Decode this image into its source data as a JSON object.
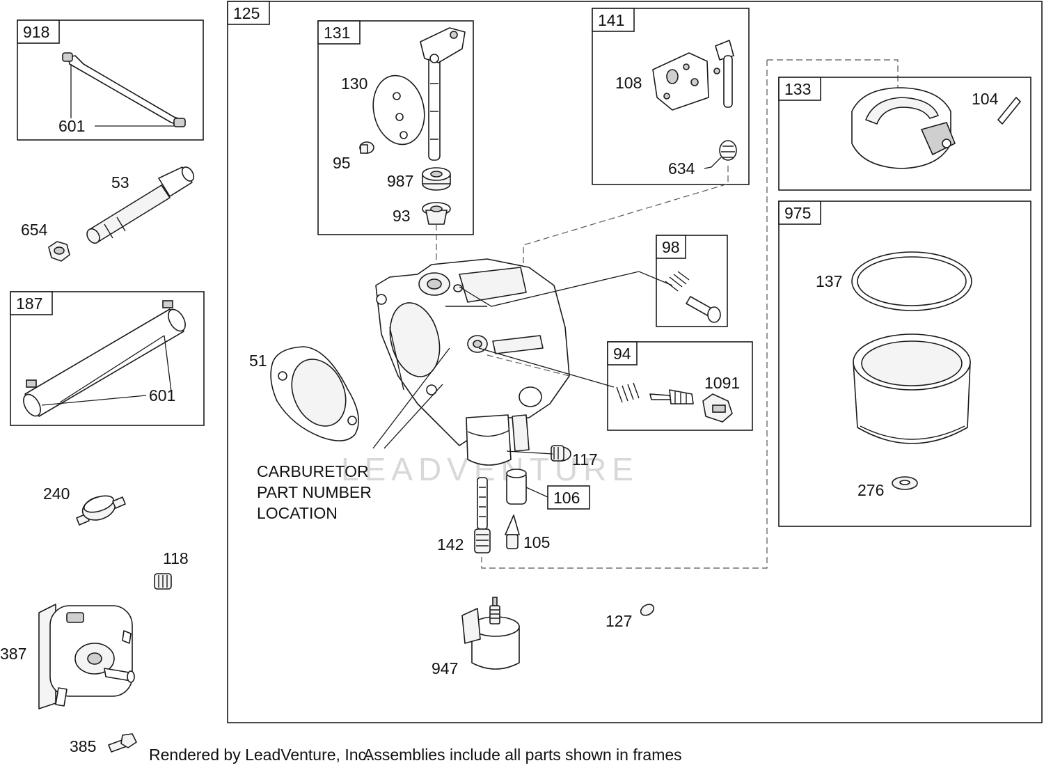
{
  "watermark": "LEADVENTURE",
  "footer": {
    "rendered_by": "Rendered by LeadVenture, Inc.",
    "assemblies_note": "Assemblies include all parts shown in frames"
  },
  "note": {
    "line1": "CARBURETOR",
    "line2": "PART NUMBER",
    "line3": "LOCATION"
  },
  "frames": {
    "f918": "918",
    "f187": "187",
    "f125": "125",
    "f131": "131",
    "f141": "141",
    "f133": "133",
    "f975": "975",
    "f98": "98",
    "f94": "94",
    "f106": "106"
  },
  "parts": {
    "p601a": "601",
    "p53": "53",
    "p654": "654",
    "p601b": "601",
    "p240": "240",
    "p118": "118",
    "p387": "387",
    "p385": "385",
    "p130": "130",
    "p95": "95",
    "p987": "987",
    "p93": "93",
    "p108": "108",
    "p634": "634",
    "p104": "104",
    "p137": "137",
    "p276": "276",
    "p51": "51",
    "p1091": "1091",
    "p117": "117",
    "p142": "142",
    "p105": "105",
    "p127": "127",
    "p947": "947"
  }
}
